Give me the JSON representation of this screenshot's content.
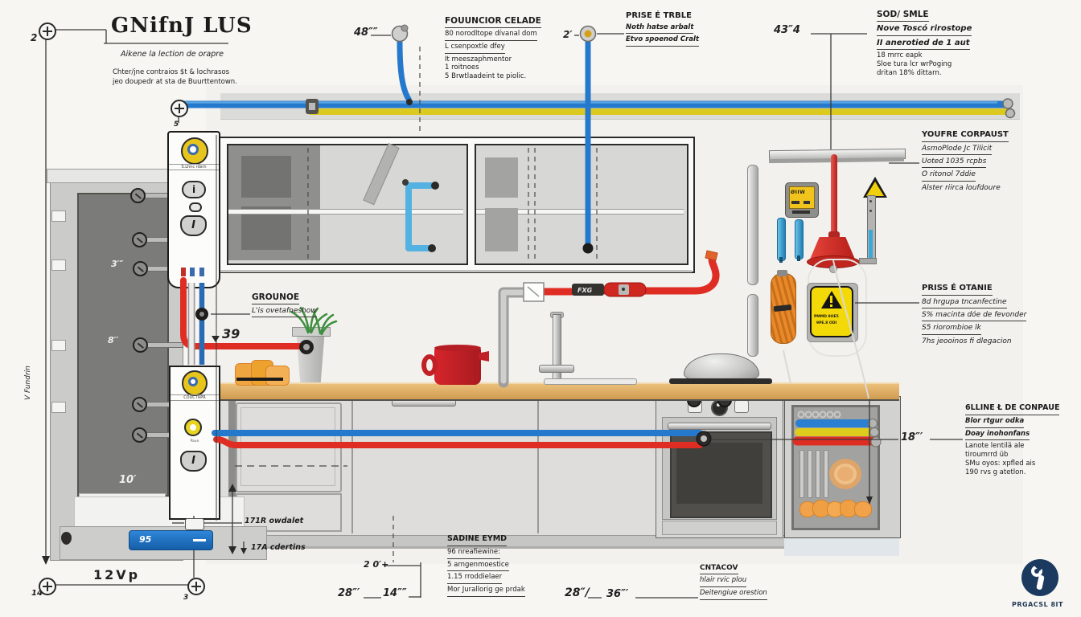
{
  "title_block": {
    "title": "GNifnJ LUS",
    "subtitle": "Aikene la lection de orapre",
    "note1": "Chter/jne contraios $t & lochrasos",
    "note2": "jeo doupedr at sta de Buurttentown."
  },
  "blocks": {
    "fouuncior": {
      "title": "FOUUNCIOR CELADE",
      "l1": "80 norodltope dívanal dom",
      "l2": "L csenpoxtle dfey",
      "l3": "It meeszaphmentor",
      "l4": "1 roitnoes",
      "l5": "5 Brwtlaadeint te piolic."
    },
    "prise": {
      "title": "PRISE É TRBLE",
      "l1": "Noth hatse arbalt",
      "l2": "Etvo spoenod Cralt"
    },
    "sod": {
      "title": "SOD/ SMLE",
      "l1": "Nove Toscó rirostope",
      "l2": "II anerotied de 1 aut",
      "l3": "18 mrrc eapk",
      "l4": "Sloe tura lcr wrPoging",
      "l5": "dritan 18% dittarn."
    },
    "youfre": {
      "title": "YOUFRE CORPAUST",
      "l1": "AsmoPlode Jc Tilicit",
      "l2": "Uoted 1035 rcpbs",
      "l3": "O ritonol 7ddie",
      "l4": "Alster riirca loufdoure"
    },
    "priss": {
      "title": "PRISS É OTANIE",
      "l1": "8d hrgupa tncanfectine",
      "l2": "S% macinta dóe de fevonder",
      "l3": "S5 riorombioe lk",
      "l4": "7hs jeooinos fi dlegacion"
    },
    "slline": {
      "title": "6LLINE Ł DE CONPAUE",
      "l1": "Blor rtgur odka",
      "l2": "Doay inohonfans",
      "l3": "Lanote lentilä ale",
      "l4": "tiroumrrd üb",
      "l5": "SMu oyos: xpfled ais",
      "l6": "190 rvs g atetlon."
    },
    "sadine": {
      "title": "SADINE EYMD",
      "l1": "96 nreafiewine:",
      "l2": "5 arngenmoestice",
      "l3": "1.15 rroddielaer",
      "l4": "Mor Jurallorig ge prdak"
    },
    "cntacov": {
      "title": "CNTACOV",
      "l1": "hlair rvic plou",
      "l2": "Deitengiue orestion"
    },
    "grounoe": {
      "title": "GROUNOE",
      "l1": "L'is ovetafneshow"
    },
    "outlet1": "171R owdalet",
    "outlet2": "17A cdertins"
  },
  "dims": {
    "d2": "2",
    "d5": "5",
    "d48": "48″″",
    "d2p": "2′",
    "d43": "43″4",
    "d39": "39",
    "d18": "18″′",
    "d12vp": "12Vp",
    "d14": "14",
    "d3": "3",
    "d20": "2 0′+",
    "d28a": "28″′",
    "d14b": "14″″",
    "d28b": "28″/",
    "d36": "36″′",
    "side": "V Fundrin",
    "f3": "3′″",
    "f8": "8′′",
    "f10": "10′"
  },
  "panel1": {
    "label": "S.Lhnc rdsrn",
    "btn1": "i",
    "btn2": "I"
  },
  "panel2": {
    "label": "COUCTRPR",
    "small": "Paun",
    "btn": "I",
    "bar": "95"
  },
  "devices": {
    "connector_label": "FXG",
    "keypad": "ØIIW",
    "warn1": "PMMD 8OE5",
    "warn2": "9PE.8 ODI"
  },
  "logo": {
    "text": "PRGACSL 8IT"
  },
  "colors": {
    "wire_blue": "#2579cd",
    "wire_yellow": "#dcca20",
    "wire_red": "#df2d24",
    "accent_navy": "#1c3a5f",
    "warn_yellow": "#f4d908"
  }
}
